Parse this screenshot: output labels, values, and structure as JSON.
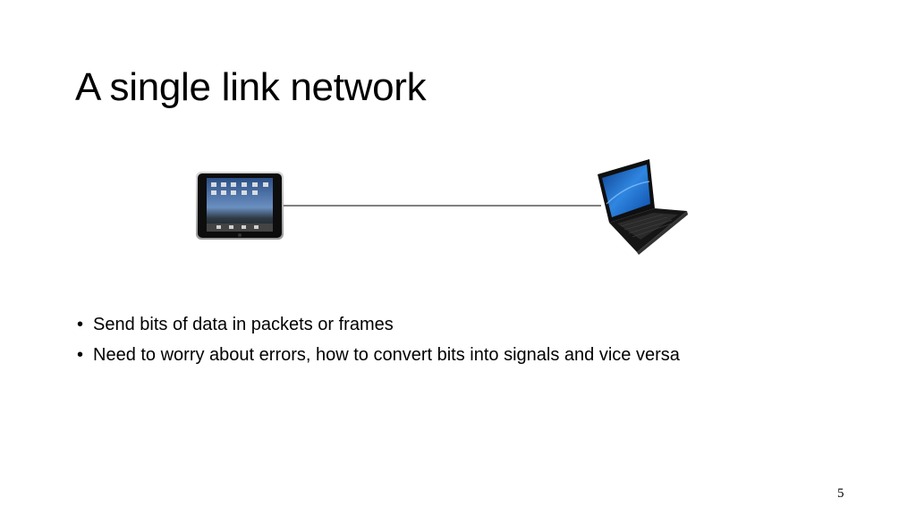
{
  "slide": {
    "title": "A single link network",
    "bullets": [
      "Send bits of data in packets or frames",
      "Need to worry about errors, how to convert bits into signals and vice versa"
    ],
    "bullet_glyph": "•",
    "page_number": "5"
  },
  "diagram": {
    "nodes": [
      {
        "id": "tablet",
        "icon": "tablet-icon"
      },
      {
        "id": "laptop",
        "icon": "laptop-icon"
      }
    ],
    "edges": [
      {
        "from": "tablet",
        "to": "laptop"
      }
    ],
    "colors": {
      "link": "#000000",
      "device_body": "#111111",
      "screen_blue": "#1e6fd0"
    }
  }
}
